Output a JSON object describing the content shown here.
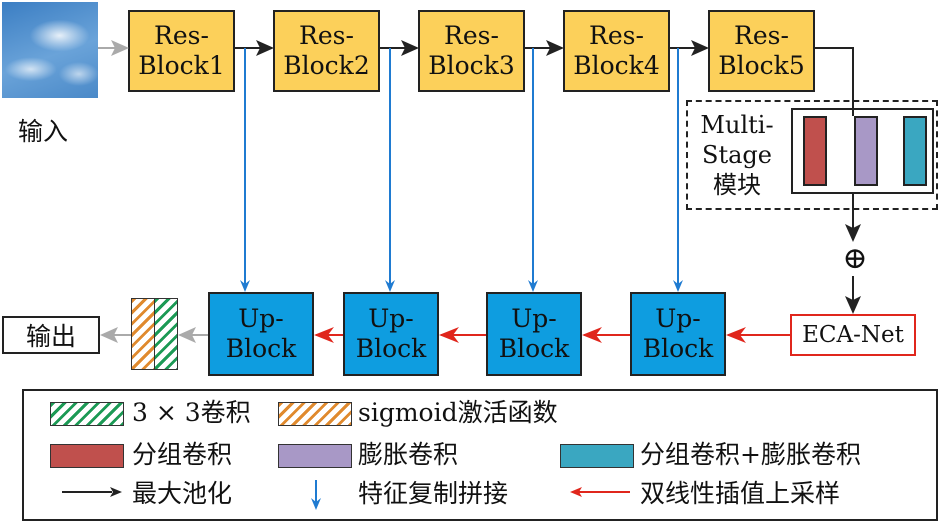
{
  "input_label": "输入",
  "output_label": "输出",
  "res_blocks": [
    "Res-\nBlock1",
    "Res-\nBlock2",
    "Res-\nBlock3",
    "Res-\nBlock4",
    "Res-\nBlock5"
  ],
  "up_blocks": [
    "Up-\nBlock",
    "Up-\nBlock",
    "Up-\nBlock",
    "Up-\nBlock"
  ],
  "multistage_label": "Multi-\nStage\n模块",
  "eca_label": "ECA-Net",
  "add_symbol": "⊕",
  "legend": {
    "conv3x3": "3 × 3卷积",
    "sigmoid": "sigmoid激活函数",
    "group_conv": "分组卷积",
    "dilated_conv": "膨胀卷积",
    "group_dilated_conv": "分组卷积+膨胀卷积",
    "maxpool": "最大池化",
    "copy_concat": "特征复制拼接",
    "upsample": "双线性插值上采样"
  },
  "colors": {
    "res_block": "#fcd05a",
    "up_block": "#0e9de0",
    "group_conv": "#c0504d",
    "dilated_conv": "#a898c6",
    "group_dilated_conv": "#3aa7c1",
    "maxpool_arrow": "#222222",
    "copy_arrow": "#1f7bd1",
    "upsample_arrow": "#e0261c"
  }
}
